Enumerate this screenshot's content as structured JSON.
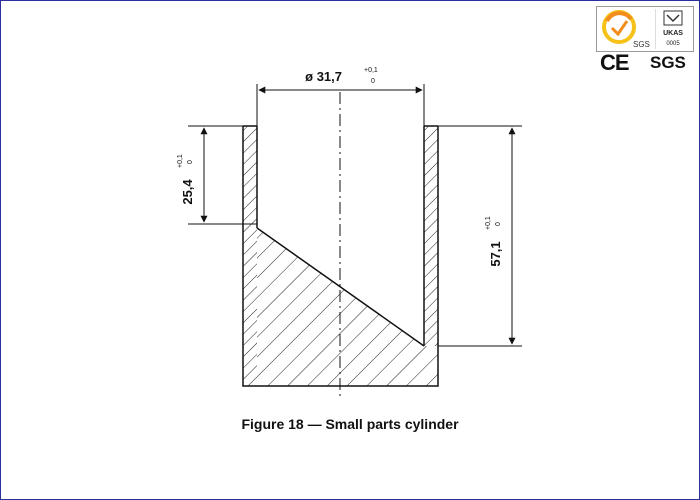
{
  "figure": {
    "caption": "Figure 18 — Small parts cylinder",
    "dimensions": {
      "diameter": {
        "symbol": "ø",
        "value": "31,7",
        "tol_upper": "+0,1",
        "tol_lower": "0"
      },
      "depth_short": {
        "value": "25,4",
        "tol_upper": "+0,1",
        "tol_lower": "0"
      },
      "depth_long": {
        "value": "57,1",
        "tol_upper": "+0,1",
        "tol_lower": "0"
      }
    }
  },
  "badges": {
    "sgs_logo_text": "SGS",
    "ukas_text": "UKAS",
    "ukas_number": "0005",
    "ce_mark": "CE",
    "sgs_mark": "SGS"
  },
  "colors": {
    "frame_border": "#2b2fa0",
    "line": "#111111",
    "sgs_orange": "#f28c1c",
    "sgs_yellow": "#f6c21a"
  }
}
